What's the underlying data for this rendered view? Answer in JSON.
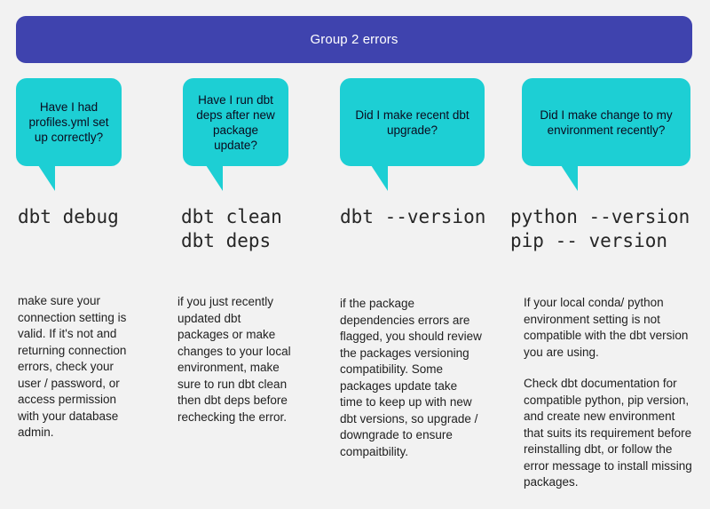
{
  "header": {
    "title": "Group 2 errors",
    "bg_color": "#3f43ae",
    "text_color": "#ffffff"
  },
  "theme": {
    "background": "#f2f2f2",
    "bubble_color": "#1dcfd4",
    "bubble_text_color": "#0a0a1e",
    "command_text_color": "#262626",
    "body_text_color": "#212121"
  },
  "columns": [
    {
      "question": "Have I had profiles.yml set up correctly?",
      "commands": "dbt debug",
      "description": [
        "make sure your connection setting is valid. If it's not and returning connection errors, check your user / password, or access permission with your database admin."
      ]
    },
    {
      "question": "Have I run dbt deps after new package update?",
      "commands": "dbt clean\ndbt deps",
      "description": [
        "if you just recently updated dbt packages or make changes to your local environment, make sure to run dbt clean then dbt deps before rechecking the error."
      ]
    },
    {
      "question": "Did I make recent dbt upgrade?",
      "commands": "dbt --version",
      "description": [
        "if the package dependencies errors are flagged, you should review the packages versioning compatibility. Some packages update take time to keep up with new dbt versions, so upgrade / downgrade to ensure compaitbility."
      ]
    },
    {
      "question": "Did I make change to my environment recently?",
      "commands": "python --version\npip -- version",
      "description": [
        "If your local conda/ python environment setting is not compatible with the dbt version you are using.",
        "Check dbt documentation for compatible python, pip version, and create new environment that suits its requirement before reinstalling dbt, or follow the error message to install missing packages."
      ]
    }
  ]
}
